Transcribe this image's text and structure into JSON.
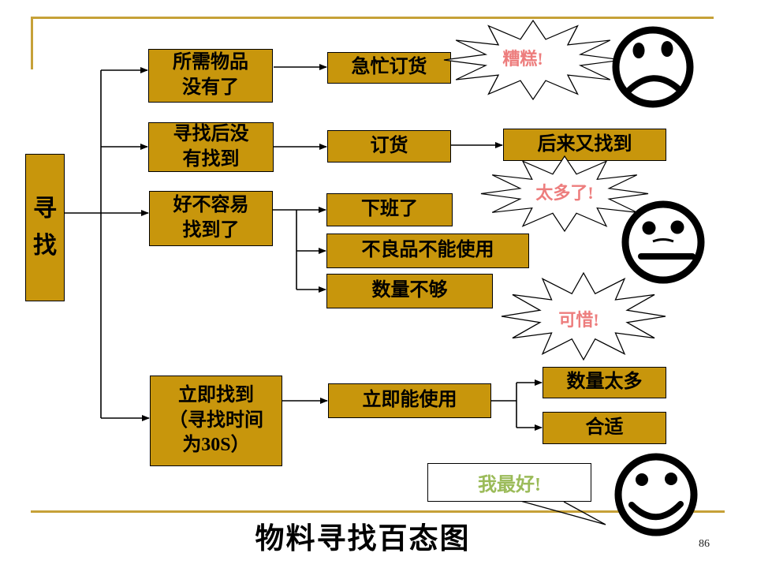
{
  "slide": {
    "title": "物料寻找百态图",
    "page_number": "86"
  },
  "root": {
    "label": "寻\n找"
  },
  "nodes": {
    "r1_cause": "所需物品\n没有了",
    "r1_action": "急忙订货",
    "r2_cause": "寻找后没\n有找到",
    "r2_action": "订货",
    "r2_outcome": "后来又找到",
    "r3_cause": "好不容易\n找到了",
    "r3_outcome1": "下班了",
    "r3_outcome2": "不良品不能使用",
    "r3_outcome3": "数量不够",
    "r4_cause": "立即找到\n（寻找时间\n为30S）",
    "r4_action": "立即能使用",
    "r4_outcome1": "数量太多",
    "r4_outcome2": "合适"
  },
  "callouts": {
    "bad": "糟糕!",
    "too_many": "太多了!",
    "pity": "可惜!",
    "best": "我最好!"
  },
  "icons": {
    "sad": "sad-face-icon",
    "neutral": "neutral-face-icon",
    "happy": "smiley-face-icon"
  },
  "colors": {
    "node_fill": "#C8960C",
    "frame_gold": "#C6A138",
    "callout_pink": "#ED7D7D",
    "callout_green": "#9BBB59"
  }
}
